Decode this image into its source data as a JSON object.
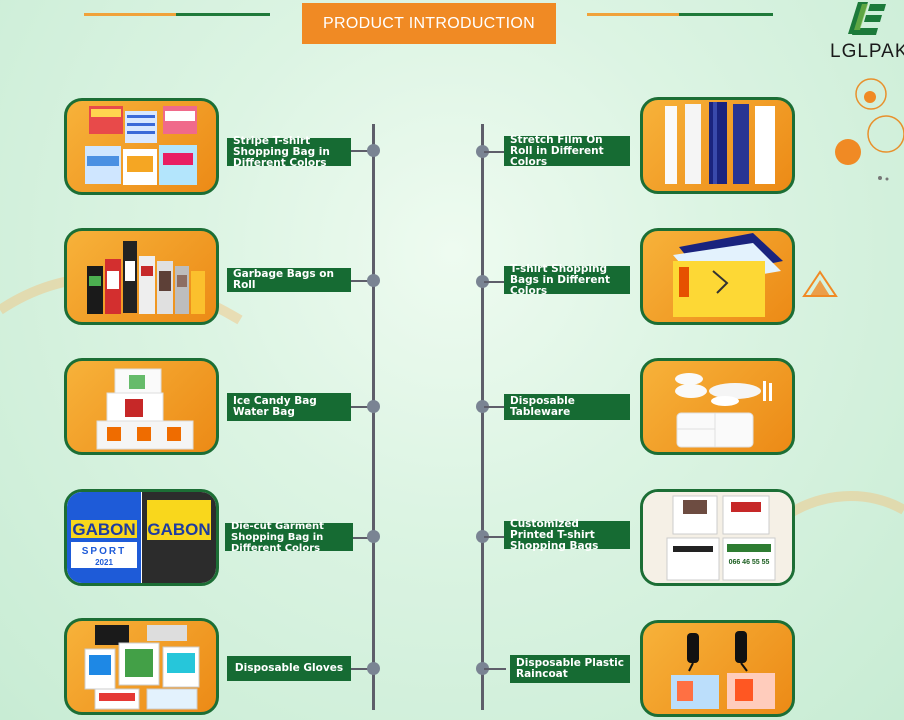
{
  "header": {
    "title": "PRODUCT INTRODUCTION",
    "accent_orange": "#f08a24",
    "accent_green": "#1c6e35"
  },
  "logo": {
    "text": "LGLPAK"
  },
  "products_left": [
    {
      "label": "Stripe T-shirt Shopping Bag in Different Colors",
      "image": "stripe-t-shirt-bags-photo"
    },
    {
      "label": "Garbage Bags on Roll",
      "image": "garbage-bags-roll-photo"
    },
    {
      "label": "Ice Candy Bag Water Bag",
      "image": "ice-candy-bag-photo"
    },
    {
      "label": "Die-cut Garment Shopping Bag in Different Colors",
      "image": "die-cut-garment-bag-photo"
    },
    {
      "label": "Disposable Gloves",
      "image": "disposable-gloves-photo"
    }
  ],
  "products_right": [
    {
      "label": "Stretch Film On Roll in Different Colors",
      "image": "stretch-film-roll-photo"
    },
    {
      "label": "T-shirt Shopping Bags in Different Colors",
      "image": "t-shirt-shopping-bags-photo"
    },
    {
      "label": "Disposable Tableware",
      "image": "disposable-tableware-photo"
    },
    {
      "label": "Customized Printed T-shirt Shopping Bags",
      "image": "printed-t-shirt-bags-photo"
    },
    {
      "label": "Disposable Plastic Raincoat",
      "image": "plastic-raincoat-photo"
    }
  ],
  "image_text": {
    "gabon_1": "GABON",
    "gabon_2": "GABON",
    "sport": "SPORT",
    "year": "2021",
    "phone": "066 46 55 55"
  }
}
